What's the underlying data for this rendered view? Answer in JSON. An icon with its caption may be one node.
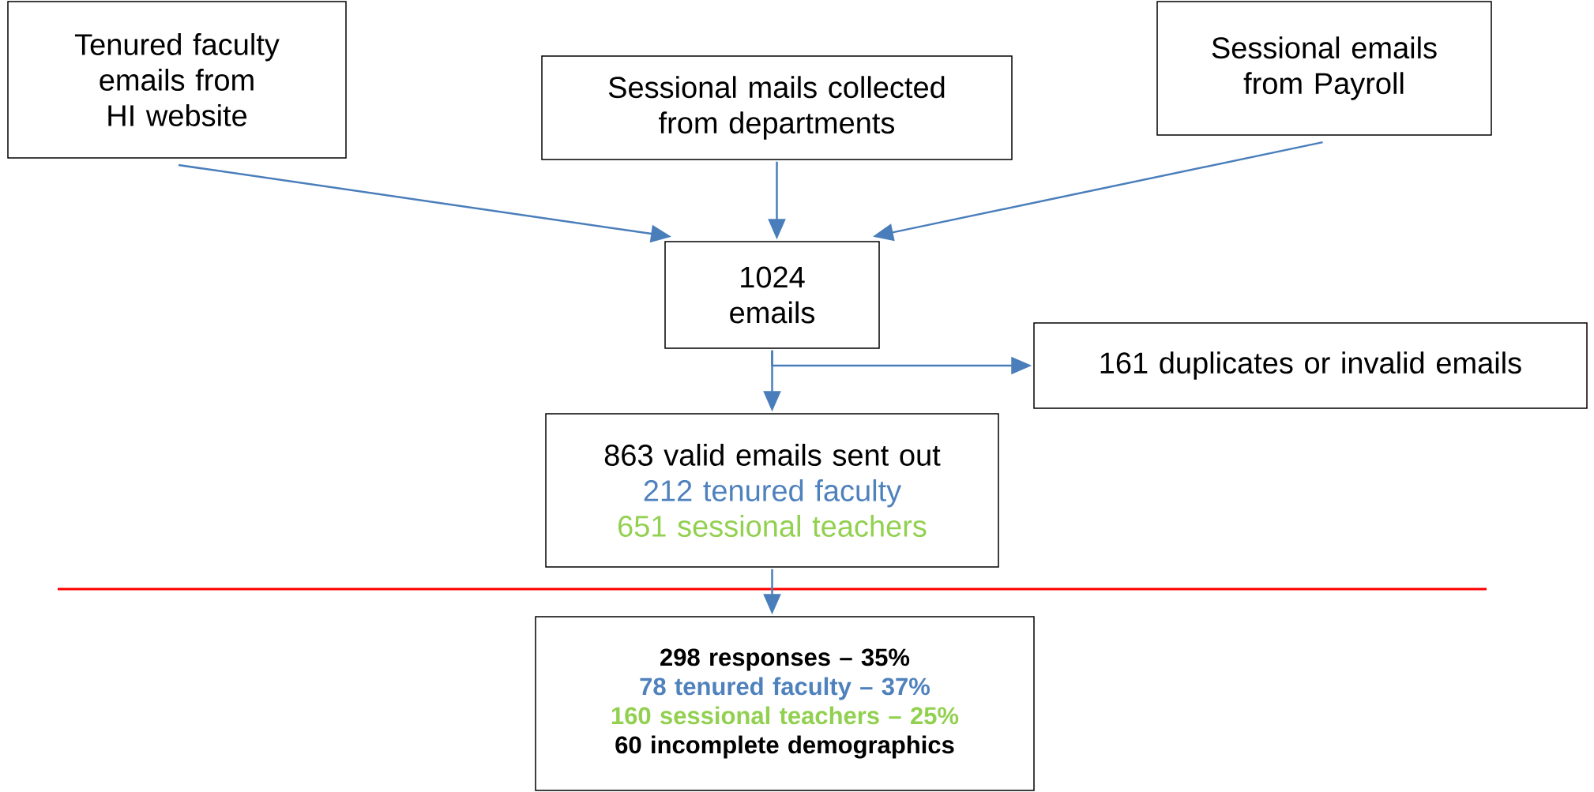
{
  "diagram": {
    "nodes": [
      {
        "text": [
          "Tenured faculty emails from HI website"
        ]
      },
      {
        "text": [
          "Sessional mails collected from departments"
        ]
      },
      {
        "text": [
          "Sessional emails from Payroll"
        ]
      },
      {
        "text": [
          "1024 emails"
        ]
      },
      {
        "text": [
          "161 duplicates or invalid emails"
        ]
      },
      {
        "text": [
          "863 valid emails sent out",
          "212 tenured faculty",
          "651 sessional teachers"
        ]
      },
      {
        "text": [
          "298 responses – 35%",
          "78 tenured faculty – 37%",
          "160 sessional teachers – 25%",
          "60 incomplete demographics"
        ]
      }
    ],
    "edges": [
      {
        "from": 0,
        "to": 3,
        "arrow": "to"
      },
      {
        "from": 1,
        "to": 3,
        "arrow": "to"
      },
      {
        "from": 2,
        "to": 3,
        "arrow": "to"
      },
      {
        "from": 3,
        "to": 4,
        "arrow": "to"
      },
      {
        "from": 3,
        "to": 5,
        "arrow": "to"
      },
      {
        "from": 5,
        "to": 6,
        "arrow": "to"
      }
    ]
  }
}
